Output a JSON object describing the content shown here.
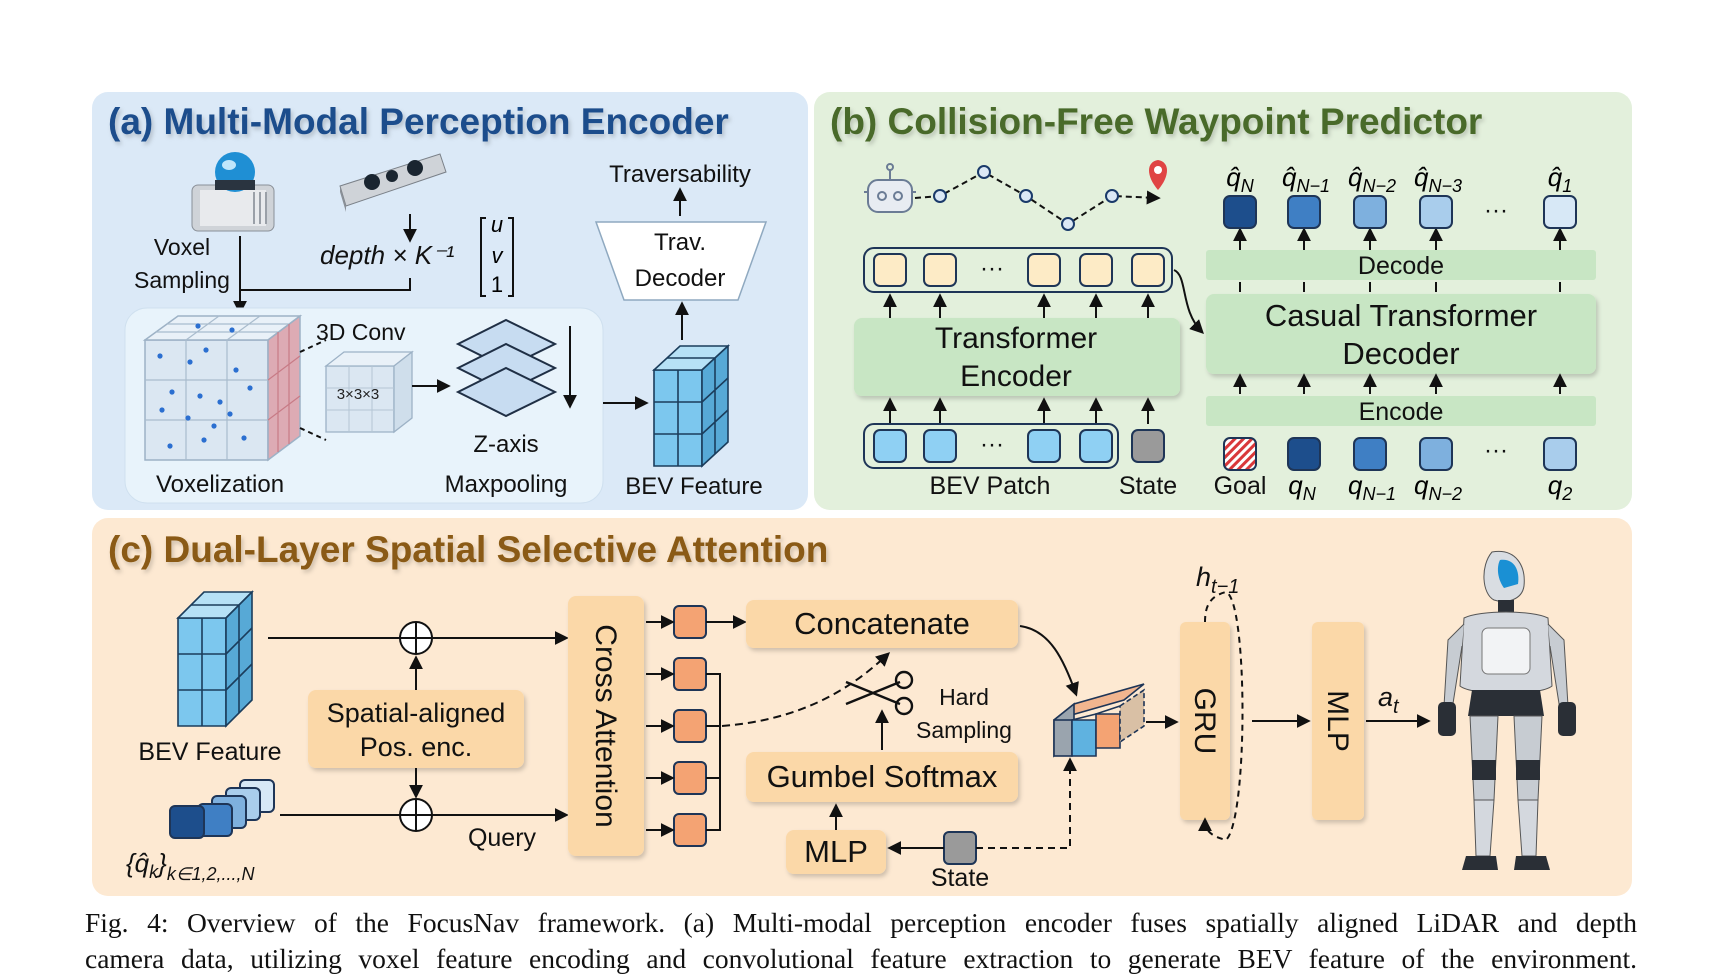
{
  "panels": {
    "a": {
      "title": "(a) Multi-Modal Perception Encoder",
      "voxel_sampling_1": "Voxel",
      "voxel_sampling_2": "Sampling",
      "depth_formula": "depth × K⁻¹",
      "vec_u": "u",
      "vec_v": "v",
      "vec_1": "1",
      "conv_label": "3D Conv",
      "kernel_label": "3×3×3",
      "zaxis_1": "Z-axis",
      "zaxis_2": "Maxpooling",
      "voxelization": "Voxelization",
      "bev_feature": "BEV Feature",
      "traversability": "Traversability",
      "trav_decoder_1": "Trav.",
      "trav_decoder_2": "Decoder"
    },
    "b": {
      "title": "(b) Collision-Free Waypoint Predictor",
      "encoder_1": "Transformer",
      "encoder_2": "Encoder",
      "decoder_1": "Casual Transformer",
      "decoder_2": "Decoder",
      "decode": "Decode",
      "encode": "Encode",
      "ellipsis": "···",
      "bev_patch": "BEV Patch",
      "state": "State",
      "goal": "Goal",
      "out_hat_labels": [
        {
          "base": "q̂",
          "sub": "N"
        },
        {
          "base": "q̂",
          "sub": "N−1"
        },
        {
          "base": "q̂",
          "sub": "N−2"
        },
        {
          "base": "q̂",
          "sub": "N−3"
        },
        {
          "base": "q̂",
          "sub": "1"
        }
      ],
      "in_labels": [
        {
          "base": "q",
          "sub": "N"
        },
        {
          "base": "q",
          "sub": "N−1"
        },
        {
          "base": "q",
          "sub": "N−2"
        },
        {
          "base": "q",
          "sub": "2"
        }
      ]
    },
    "c": {
      "title": "(c) Dual-Layer Spatial Selective Attention",
      "bev_feature": "BEV Feature",
      "pos_enc_1": "Spatial-aligned",
      "pos_enc_2": "Pos. enc.",
      "query": "Query",
      "query_set": "{q̂",
      "query_set_sub": "k",
      "query_set_close": "}",
      "query_set_range": "k∈1,2,...,N",
      "cross_attention": "Cross Attention",
      "concatenate": "Concatenate",
      "hard_1": "Hard",
      "hard_2": "Sampling",
      "gumbel": "Gumbel Softmax",
      "mlp_small": "MLP",
      "state": "State",
      "gru": "GRU",
      "mlp": "MLP",
      "h_label": "h",
      "h_sub": "t−1",
      "a_label": "a",
      "a_sub": "t"
    }
  },
  "caption": {
    "line1": "Fig. 4: Overview of the FocusNav framework. (a) Multi-modal perception encoder fuses spatially aligned LiDAR and depth",
    "line2": "camera data, utilizing voxel feature encoding and convolutional feature extraction to generate BEV feature of the environment."
  },
  "colors": {
    "panel_a_bg": "#dbe9f7",
    "panel_a_title": "#1f4e8c",
    "panel_b_bg": "#e3f0dc",
    "panel_b_title": "#4a6a2a",
    "panel_c_bg": "#fde9d2",
    "panel_c_title": "#8a5a12",
    "green_block": "#c8e6c4",
    "orange_block": "#fbd8a8",
    "token_orange": "#f4a373",
    "token_yellow": "#fdebc6",
    "token_blue": "#8fd0f3"
  },
  "icons": [
    "lidar-icon",
    "depth-camera-icon",
    "robot-head-icon",
    "location-pin-icon",
    "scissors-icon",
    "humanoid-robot-icon"
  ]
}
